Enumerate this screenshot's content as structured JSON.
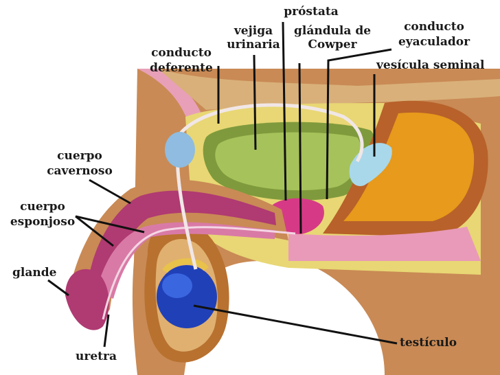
{
  "labels": {
    "prostata": "próstata",
    "vejiga_l1": "vejiga",
    "vejiga_l2": "urinaria",
    "cowper_l1": "glándula de",
    "cowper_l2": "Cowper",
    "eyac_l1": "conducto",
    "eyac_l2": "eyaculador",
    "deferente_l1": "conducto",
    "deferente_l2": "deferente",
    "vesicula": "vesícula seminal",
    "cavernoso_l1": "cuerpo",
    "cavernoso_l2": "cavernoso",
    "esponjoso_l1": "cuerpo",
    "esponjoso_l2": "esponjoso",
    "glande": "glande",
    "uretra": "uretra",
    "testiculo": "testículo"
  },
  "colors": {
    "skin": "#c98a55",
    "skin_dark": "#a8693a",
    "bladder": "#a6c25a",
    "fat": "#e8d774",
    "rectum": "#e79a1b",
    "muscle_pink": "#d97aa6",
    "erectile": "#b03a72",
    "testis": "#2040b8",
    "vesicle": "#a9d8ea",
    "prostate": "#d63a86"
  }
}
